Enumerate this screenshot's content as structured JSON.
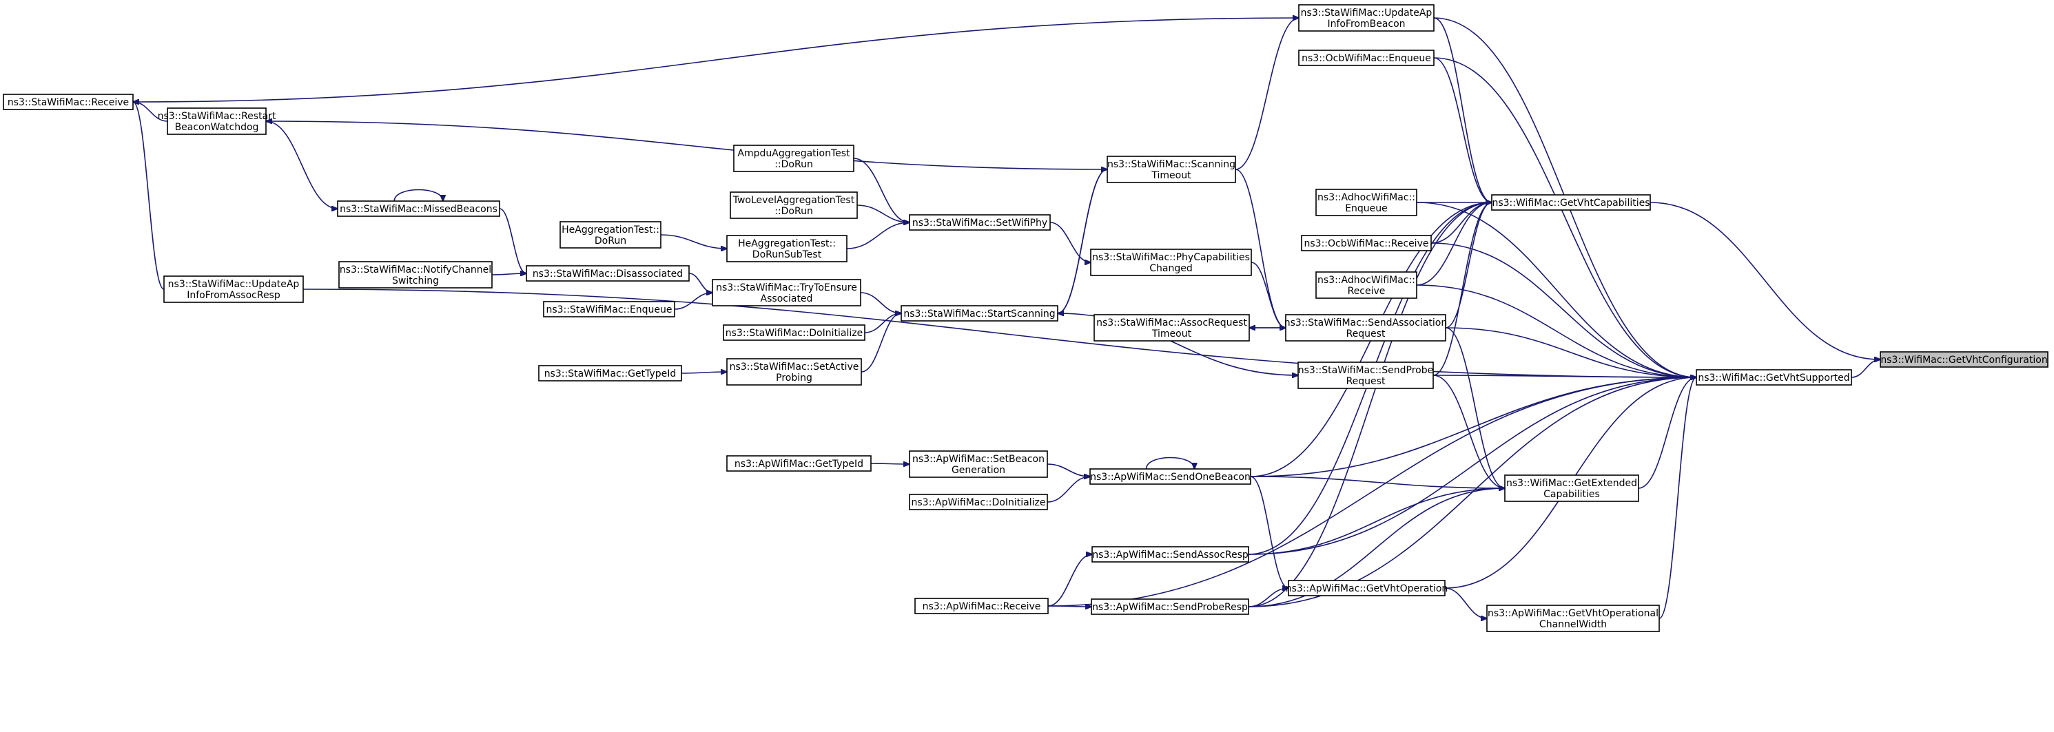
{
  "diagram": {
    "type": "call-graph",
    "edge_color": "#191970",
    "root_fill": "#bfbfbf",
    "nodes": [
      {
        "id": "root",
        "lines": [
          "ns3::WifiMac::GetVhtConfiguration"
        ],
        "root": true
      },
      {
        "id": "gvs",
        "lines": [
          "ns3::WifiMac::GetVhtSupported"
        ]
      },
      {
        "id": "gvc",
        "lines": [
          "ns3::WifiMac::GetVhtCapabilities"
        ]
      },
      {
        "id": "gec",
        "lines": [
          "ns3::WifiMac::GetExtended",
          "Capabilities"
        ]
      },
      {
        "id": "gvo",
        "lines": [
          "ns3::ApWifiMac::GetVhtOperation"
        ]
      },
      {
        "id": "gvocw",
        "lines": [
          "ns3::ApWifiMac::GetVhtOperational",
          "ChannelWidth"
        ]
      },
      {
        "id": "uaifb",
        "lines": [
          "ns3::StaWifiMac::UpdateAp",
          "InfoFromBeacon"
        ]
      },
      {
        "id": "ocbenq",
        "lines": [
          "ns3::OcbWifiMac::Enqueue"
        ]
      },
      {
        "id": "adhenq",
        "lines": [
          "ns3::AdhocWifiMac::",
          "Enqueue"
        ]
      },
      {
        "id": "ocbrcv",
        "lines": [
          "ns3::OcbWifiMac::Receive"
        ]
      },
      {
        "id": "adhrcv",
        "lines": [
          "ns3::AdhocWifiMac::",
          "Receive"
        ]
      },
      {
        "id": "sar",
        "lines": [
          "ns3::StaWifiMac::SendAssociation",
          "Request"
        ]
      },
      {
        "id": "spr",
        "lines": [
          "ns3::StaWifiMac::SendProbe",
          "Request"
        ]
      },
      {
        "id": "art",
        "lines": [
          "ns3::StaWifiMac::AssocRequest",
          "Timeout"
        ]
      },
      {
        "id": "pcc",
        "lines": [
          "ns3::StaWifiMac::PhyCapabilities",
          "Changed"
        ]
      },
      {
        "id": "st",
        "lines": [
          "ns3::StaWifiMac::Scanning",
          "Timeout"
        ]
      },
      {
        "id": "ss",
        "lines": [
          "ns3::StaWifiMac::StartScanning"
        ]
      },
      {
        "id": "swp",
        "lines": [
          "ns3::StaWifiMac::SetWifiPhy"
        ]
      },
      {
        "id": "ampdu",
        "lines": [
          "AmpduAggregationTest",
          "::DoRun"
        ]
      },
      {
        "id": "twolevel",
        "lines": [
          "TwoLevelAggregationTest",
          "::DoRun"
        ]
      },
      {
        "id": "hedorun",
        "lines": [
          "HeAggregationTest::",
          "DoRun"
        ]
      },
      {
        "id": "hesub",
        "lines": [
          "HeAggregationTest::",
          "DoRunSubTest"
        ]
      },
      {
        "id": "ttea",
        "lines": [
          "ns3::StaWifiMac::TryToEnsure",
          "Associated"
        ]
      },
      {
        "id": "stadoinit",
        "lines": [
          "ns3::StaWifiMac::DoInitialize"
        ]
      },
      {
        "id": "sap",
        "lines": [
          "ns3::StaWifiMac::SetActive",
          "Probing"
        ]
      },
      {
        "id": "stagti",
        "lines": [
          "ns3::StaWifiMac::GetTypeId"
        ]
      },
      {
        "id": "disassoc",
        "lines": [
          "ns3::StaWifiMac::Disassociated"
        ]
      },
      {
        "id": "ncs",
        "lines": [
          "ns3::StaWifiMac::NotifyChannel",
          "Switching"
        ]
      },
      {
        "id": "staenq",
        "lines": [
          "ns3::StaWifiMac::Enqueue"
        ]
      },
      {
        "id": "mb",
        "lines": [
          "ns3::StaWifiMac::MissedBeacons"
        ]
      },
      {
        "id": "rbw",
        "lines": [
          "ns3::StaWifiMac::Restart",
          "BeaconWatchdog"
        ]
      },
      {
        "id": "starcv",
        "lines": [
          "ns3::StaWifiMac::Receive"
        ]
      },
      {
        "id": "uaifar",
        "lines": [
          "ns3::StaWifiMac::UpdateAp",
          "InfoFromAssocResp"
        ]
      },
      {
        "id": "sob",
        "lines": [
          "ns3::ApWifiMac::SendOneBeacon"
        ]
      },
      {
        "id": "sbg",
        "lines": [
          "ns3::ApWifiMac::SetBeacon",
          "Generation"
        ]
      },
      {
        "id": "apgti",
        "lines": [
          "ns3::ApWifiMac::GetTypeId"
        ]
      },
      {
        "id": "apdoinit",
        "lines": [
          "ns3::ApWifiMac::DoInitialize"
        ]
      },
      {
        "id": "sarsp",
        "lines": [
          "ns3::ApWifiMac::SendAssocResp"
        ]
      },
      {
        "id": "sprsp",
        "lines": [
          "ns3::ApWifiMac::SendProbeResp"
        ]
      },
      {
        "id": "aprcv",
        "lines": [
          "ns3::ApWifiMac::Receive"
        ]
      }
    ],
    "edges": [
      {
        "from": "gvs",
        "to": "root"
      },
      {
        "from": "gvc",
        "to": "root"
      },
      {
        "from": "gec",
        "to": "gvs"
      },
      {
        "from": "gvo",
        "to": "gvs"
      },
      {
        "from": "gvocw",
        "to": "gvs"
      },
      {
        "from": "uaifb",
        "to": "gvs"
      },
      {
        "from": "ocbenq",
        "to": "gvs"
      },
      {
        "from": "adhenq",
        "to": "gvs"
      },
      {
        "from": "ocbrcv",
        "to": "gvs"
      },
      {
        "from": "adhrcv",
        "to": "gvs"
      },
      {
        "from": "sar",
        "to": "gvs"
      },
      {
        "from": "spr",
        "to": "gvs"
      },
      {
        "from": "sob",
        "to": "gvs"
      },
      {
        "from": "sarsp",
        "to": "gvs"
      },
      {
        "from": "sprsp",
        "to": "gvs"
      },
      {
        "from": "aprcv",
        "to": "gvs"
      },
      {
        "from": "uaifar",
        "to": "gvs"
      },
      {
        "from": "uaifb",
        "to": "gvc"
      },
      {
        "from": "ocbenq",
        "to": "gvc"
      },
      {
        "from": "adhenq",
        "to": "gvc"
      },
      {
        "from": "ocbrcv",
        "to": "gvc"
      },
      {
        "from": "adhrcv",
        "to": "gvc"
      },
      {
        "from": "sar",
        "to": "gvc"
      },
      {
        "from": "spr",
        "to": "gvc"
      },
      {
        "from": "sob",
        "to": "gvc"
      },
      {
        "from": "sarsp",
        "to": "gvc"
      },
      {
        "from": "sprsp",
        "to": "gvc"
      },
      {
        "from": "sar",
        "to": "gec"
      },
      {
        "from": "spr",
        "to": "gec"
      },
      {
        "from": "sob",
        "to": "gec"
      },
      {
        "from": "sarsp",
        "to": "gec"
      },
      {
        "from": "sprsp",
        "to": "gec"
      },
      {
        "from": "sob",
        "to": "gvo"
      },
      {
        "from": "sprsp",
        "to": "gvo"
      },
      {
        "from": "gvo",
        "to": "gvocw"
      },
      {
        "from": "st",
        "to": "uaifb"
      },
      {
        "from": "starcv",
        "to": "uaifb"
      },
      {
        "from": "st",
        "to": "sar"
      },
      {
        "from": "pcc",
        "to": "sar"
      },
      {
        "from": "art",
        "to": "sar"
      },
      {
        "from": "sar",
        "to": "art"
      },
      {
        "from": "ss",
        "to": "spr"
      },
      {
        "from": "swp",
        "to": "pcc"
      },
      {
        "from": "ss",
        "to": "st"
      },
      {
        "from": "st",
        "to": "ss"
      },
      {
        "from": "st",
        "to": "rbw"
      },
      {
        "from": "ampdu",
        "to": "swp"
      },
      {
        "from": "twolevel",
        "to": "swp"
      },
      {
        "from": "hesub",
        "to": "swp"
      },
      {
        "from": "hedorun",
        "to": "hesub"
      },
      {
        "from": "ttea",
        "to": "ss"
      },
      {
        "from": "stadoinit",
        "to": "ss"
      },
      {
        "from": "sap",
        "to": "ss"
      },
      {
        "from": "stagti",
        "to": "sap"
      },
      {
        "from": "disassoc",
        "to": "ttea"
      },
      {
        "from": "staenq",
        "to": "ttea"
      },
      {
        "from": "ncs",
        "to": "disassoc"
      },
      {
        "from": "mb",
        "to": "disassoc"
      },
      {
        "from": "mb",
        "to": "mb"
      },
      {
        "from": "rbw",
        "to": "mb"
      },
      {
        "from": "rbw",
        "to": "starcv"
      },
      {
        "from": "uaifar",
        "to": "starcv"
      },
      {
        "from": "sbg",
        "to": "sob"
      },
      {
        "from": "apdoinit",
        "to": "sob"
      },
      {
        "from": "sob",
        "to": "sob"
      },
      {
        "from": "apgti",
        "to": "sbg"
      },
      {
        "from": "aprcv",
        "to": "sarsp"
      },
      {
        "from": "aprcv",
        "to": "sprsp"
      }
    ]
  }
}
